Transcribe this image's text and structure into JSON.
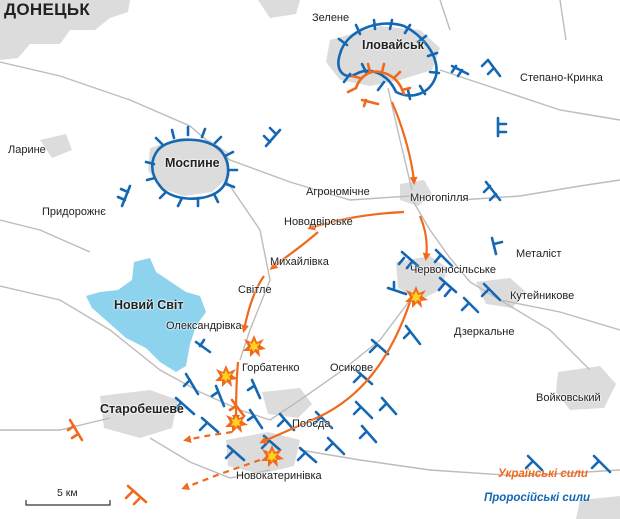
{
  "map": {
    "title": "ДОНЕЦЬК",
    "scale_label": "5 км",
    "colors": {
      "ukrainian": "#ef6a1c",
      "pro_russian": "#1468b3",
      "urban": "#dcdcdc",
      "water": "#8dd3ee",
      "road": "#bdbdbd"
    },
    "places": {
      "ilovaisk": "Іловайськ",
      "zelene": "Зелене",
      "stepano_krynka": "Степано-Кринка",
      "larine": "Ларине",
      "mospyne": "Моспине",
      "prydorozhne": "Придорожнє",
      "ahronomichne": "Агрономічне",
      "mnohopillia": "Многопілля",
      "novodvirske": "Новодвірське",
      "metalist": "Металіст",
      "chervonosilske": "Червоносільське",
      "mykhailivka": "Михайлівка",
      "kuteinykove": "Кутейникове",
      "svitle": "Світле",
      "novyi_svit": "Новий Світ",
      "oleksandrivka": "Олександрівка",
      "dzerkalne": "Дзеркальне",
      "horbatenko": "Горбатенко",
      "osykove": "Осикове",
      "voikovskyi": "Войковський",
      "starobesheve": "Старобешеве",
      "pobeda": "Побєда",
      "novokaterynivka": "Новокатеринівка"
    },
    "legend": {
      "ukrainian": "Українські сили",
      "pro_russian": "Проросійські сили"
    }
  }
}
